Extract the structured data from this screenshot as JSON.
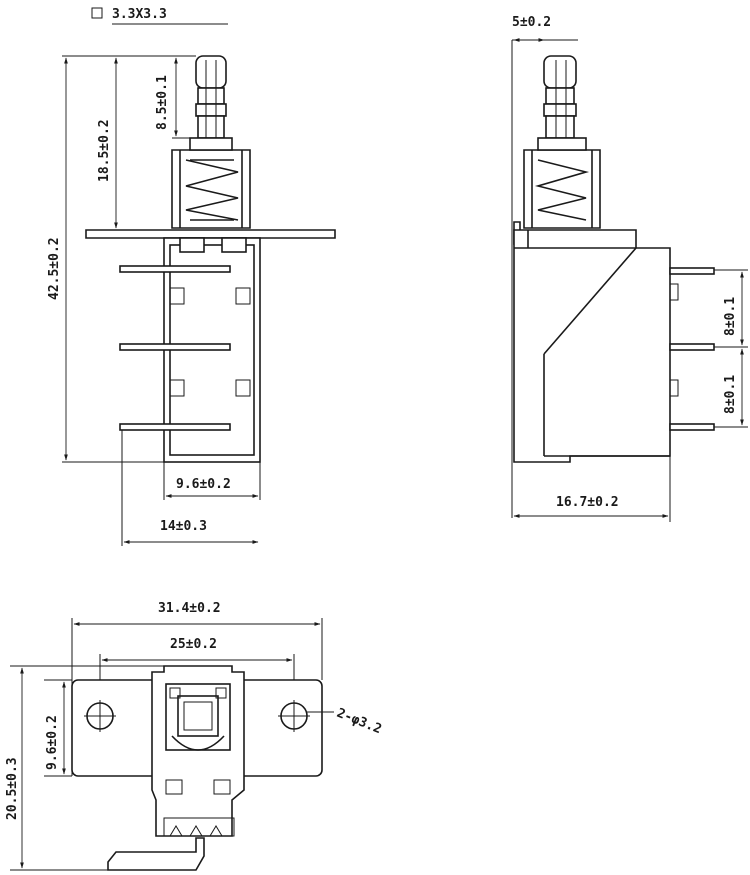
{
  "front_view": {
    "cap_size": "3.3X3.3",
    "height_total": "42.5±0.2",
    "height_bracket": "18.5±0.2",
    "height_cap": "8.5±0.1",
    "body_width": "9.6±0.2",
    "pin_span": "14±0.3"
  },
  "side_view": {
    "cap_offset": "5±0.2",
    "pin_pitch_top": "8±0.1",
    "pin_pitch_bottom": "8±0.1",
    "body_depth": "16.7±0.2"
  },
  "bottom_view": {
    "bracket_width": "31.4±0.2",
    "hole_spacing": "25±0.2",
    "bracket_height": "9.6±0.2",
    "overall_height": "20.5±0.3",
    "hole_diameter": "2-φ3.2"
  }
}
